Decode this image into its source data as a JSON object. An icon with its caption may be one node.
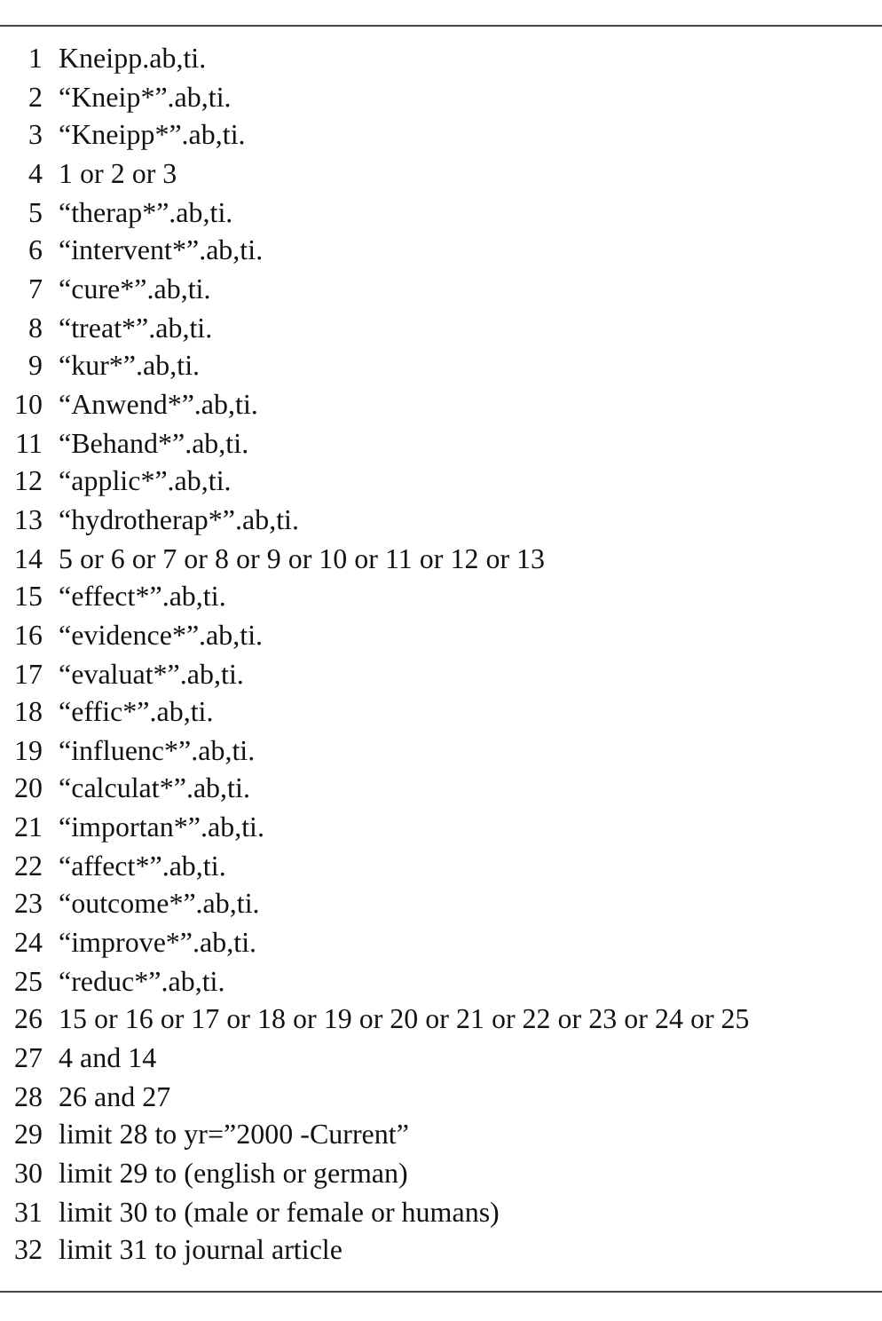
{
  "diagram": {
    "labels": [
      "1",
      "Kneipp.ab,ti.",
      "2",
      "“Kneip*”.ab,ti.",
      "3",
      "“Kneipp*”.ab,ti.",
      "4",
      "1 or 2 or 3",
      "5",
      "“therap*”.ab,ti.",
      "6",
      "“intervent*”.ab,ti.",
      "7",
      "“cure*”.ab,ti.",
      "8",
      "“treat*”.ab,ti.",
      "9",
      "“kur*”.ab,ti.",
      "10",
      "“Anwend*”.ab,ti.",
      "11",
      "“Behand*”.ab,ti.",
      "12",
      "“applic*”.ab,ti.",
      "13",
      "“hydrotherap*”.ab,ti.",
      "14",
      "5 or 6 or 7 or 8 or 9 or 10 or 11 or 12 or 13",
      "15",
      "“effect*”.ab,ti.",
      "16",
      "“evidence*”.ab,ti.",
      "17",
      "“evaluat*”.ab,ti.",
      "18",
      "“effic*”.ab,ti.",
      "19",
      "“influenc*”.ab,ti.",
      "20",
      "“calculat*”.ab,ti.",
      "21",
      "“importan*”.ab,ti.",
      "22",
      "“affect*”.ab,ti.",
      "23",
      "“outcome*”.ab,ti.",
      "24",
      "“improve*”.ab,ti.",
      "25",
      "“reduc*”.ab,ti.",
      "26",
      "15 or 16 or 17 or 18 or 19 or 20 or 21 or 22 or 23 or 24 or 25",
      "27",
      "4 and 14",
      "28",
      "26 and 27",
      "29",
      "limit 28 to yr=”2000 -Current”",
      "30",
      "limit 29 to (english or german)",
      "31",
      "limit 30 to (male or female or humans)",
      "32",
      "limit 31 to journal article"
    ]
  }
}
